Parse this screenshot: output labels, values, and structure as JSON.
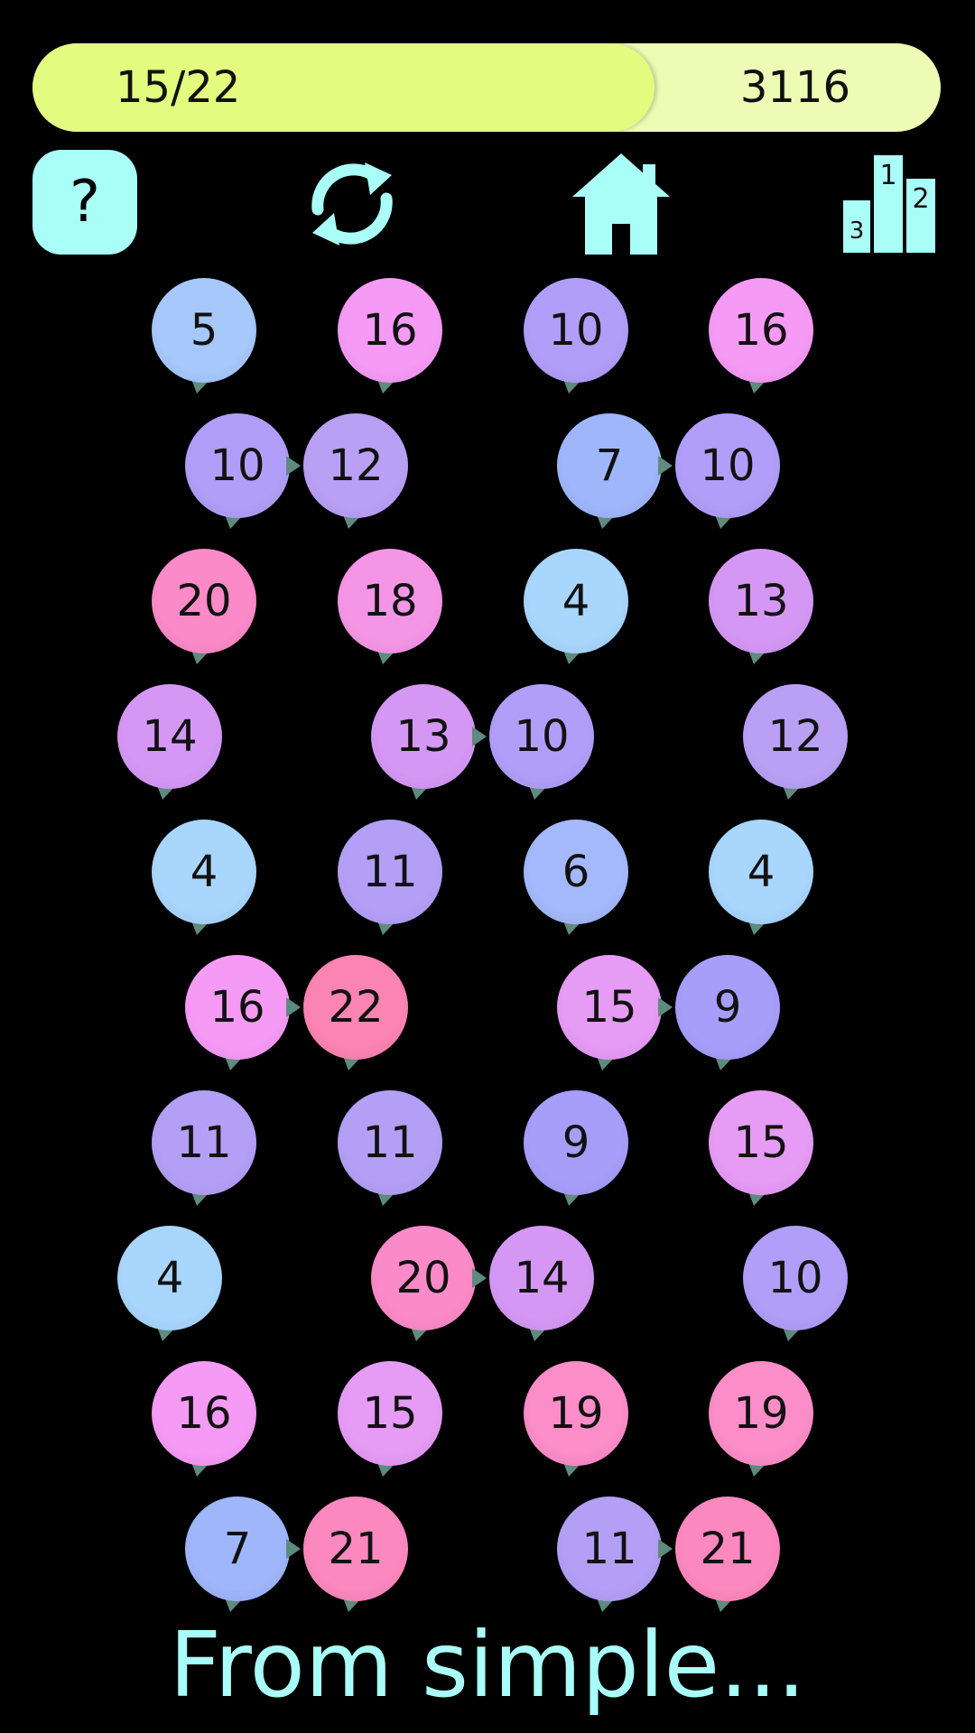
{
  "hud": {
    "level": "15/22",
    "score": "3116",
    "progress_fraction": 0.685,
    "fill_color": "#e3fb7f",
    "track_color": "#eefbb5"
  },
  "toolbar": {
    "help_label": "?",
    "help_icon": "help-icon",
    "restart_icon": "restart-icon",
    "home_icon": "home-icon",
    "leaderboard_icon": "leaderboard-icon",
    "podium_first": "1",
    "podium_second": "2",
    "podium_third": "3",
    "icon_color": "#a9fff7"
  },
  "board": {
    "bubbles": [
      {
        "value": "5",
        "color": "#a6c8fb"
      },
      {
        "value": "16",
        "color": "#f59af5"
      },
      {
        "value": "10",
        "color": "#b19ef8"
      },
      {
        "value": "16",
        "color": "#f59af5"
      },
      {
        "value": "10",
        "color": "#b19ef8"
      },
      {
        "value": "12",
        "color": "#b9a0f5"
      },
      {
        "value": "7",
        "color": "#9fb6fb"
      },
      {
        "value": "10",
        "color": "#b19ef8"
      },
      {
        "value": "20",
        "color": "#fa8ac8"
      },
      {
        "value": "18",
        "color": "#f595e6"
      },
      {
        "value": "4",
        "color": "#a8d6fc"
      },
      {
        "value": "13",
        "color": "#d498f4"
      },
      {
        "value": "14",
        "color": "#d498f4"
      },
      {
        "value": "13",
        "color": "#d498f4"
      },
      {
        "value": "10",
        "color": "#b19ef8"
      },
      {
        "value": "12",
        "color": "#b9a0f5"
      },
      {
        "value": "4",
        "color": "#a8d6fc"
      },
      {
        "value": "11",
        "color": "#b49ff6"
      },
      {
        "value": "6",
        "color": "#a4b9fb"
      },
      {
        "value": "4",
        "color": "#a8d6fc"
      },
      {
        "value": "16",
        "color": "#f59af5"
      },
      {
        "value": "22",
        "color": "#fb84b3"
      },
      {
        "value": "15",
        "color": "#e69bf5"
      },
      {
        "value": "9",
        "color": "#a69ef9"
      },
      {
        "value": "11",
        "color": "#b49ff6"
      },
      {
        "value": "11",
        "color": "#b49ff6"
      },
      {
        "value": "9",
        "color": "#a69ef9"
      },
      {
        "value": "15",
        "color": "#e69bf5"
      },
      {
        "value": "4",
        "color": "#a8d6fc"
      },
      {
        "value": "20",
        "color": "#fa8ac8"
      },
      {
        "value": "14",
        "color": "#d498f4"
      },
      {
        "value": "10",
        "color": "#b19ef8"
      },
      {
        "value": "16",
        "color": "#f59af5"
      },
      {
        "value": "15",
        "color": "#e69bf5"
      },
      {
        "value": "19",
        "color": "#fb8dc8"
      },
      {
        "value": "19",
        "color": "#fb8dc8"
      },
      {
        "value": "7",
        "color": "#9fb6fb"
      },
      {
        "value": "21",
        "color": "#fb88be"
      },
      {
        "value": "11",
        "color": "#b49ff6"
      },
      {
        "value": "21",
        "color": "#fb88be"
      }
    ]
  },
  "tagline": "From simple..."
}
